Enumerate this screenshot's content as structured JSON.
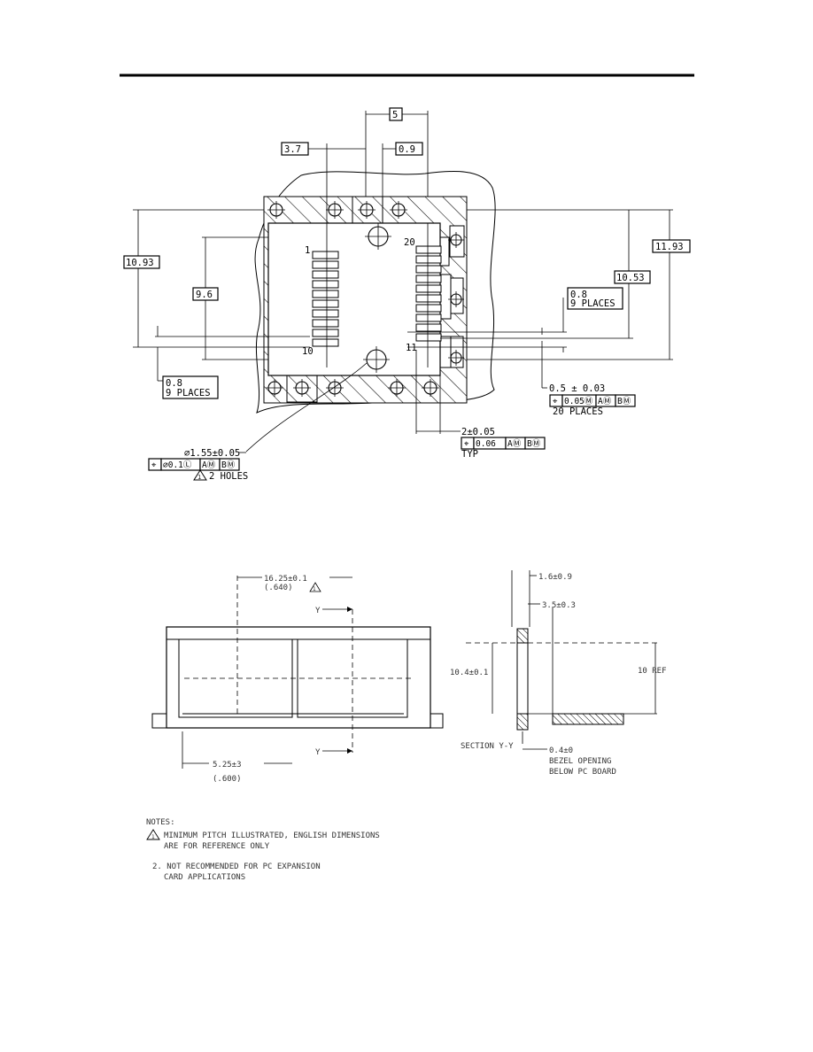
{
  "top_view": {
    "dim_top_5": "5",
    "dim_3_7": "3.7",
    "dim_0_9_top": "0.9",
    "pin_label_1": "1",
    "pin_label_20": "20",
    "pin_label_10": "10",
    "pin_label_11": "11",
    "dim_10_93": "10.93",
    "dim_9_6": "9.6",
    "dim_10_53": "10.53",
    "dim_11_93": "11.93",
    "left_places_value": "0.8",
    "left_places_count": "9 PLACES",
    "right_places_value": "0.8",
    "right_places_count": "9 PLACES",
    "pitch_dim": "0.5 ± 0.03",
    "pitch_fcf": [
      "⌖",
      "0.05Ⓜ",
      "AⓂ",
      "BⓂ"
    ],
    "pitch_places": "20 PLACES",
    "width_dim": "2±0.05",
    "width_fcf": [
      "⌖",
      "0.06",
      "AⓂ",
      "BⓂ"
    ],
    "width_typ": "TYP",
    "hole_dim": "⌀1.55±0.05",
    "hole_fcf": [
      "⌖",
      "⌀0.1Ⓛ",
      "AⓂ",
      "BⓂ"
    ],
    "hole_note_marker": "1",
    "hole_note": "2 HOLES"
  },
  "front_view": {
    "dim_width": "16.25±0.1",
    "dim_width_inch": "(.640)",
    "note_marker": "1",
    "section_label_top": "Y",
    "section_label_bottom": "Y",
    "dim_bottom": "5.25±3",
    "dim_bottom_inch": "(.600)"
  },
  "section_view": {
    "dim_top": "1.6±0.9",
    "dim_offset": "3.5±0.3",
    "dim_left": "10.4±0.1",
    "dim_right": "10 REF",
    "section_title": "SECTION Y-Y",
    "bezel_dim": "0.4±0",
    "bezel_note_line1": "BEZEL OPENING",
    "bezel_note_line2": "BELOW PC BOARD"
  },
  "notes": {
    "heading": "NOTES:",
    "note1_marker": "1",
    "note1_line1": "MINIMUM PITCH ILLUSTRATED, ENGLISH DIMENSIONS",
    "note1_line2": "ARE FOR REFERENCE ONLY",
    "note2_line1": "2. NOT RECOMMENDED FOR PC EXPANSION",
    "note2_line2": "CARD APPLICATIONS"
  }
}
